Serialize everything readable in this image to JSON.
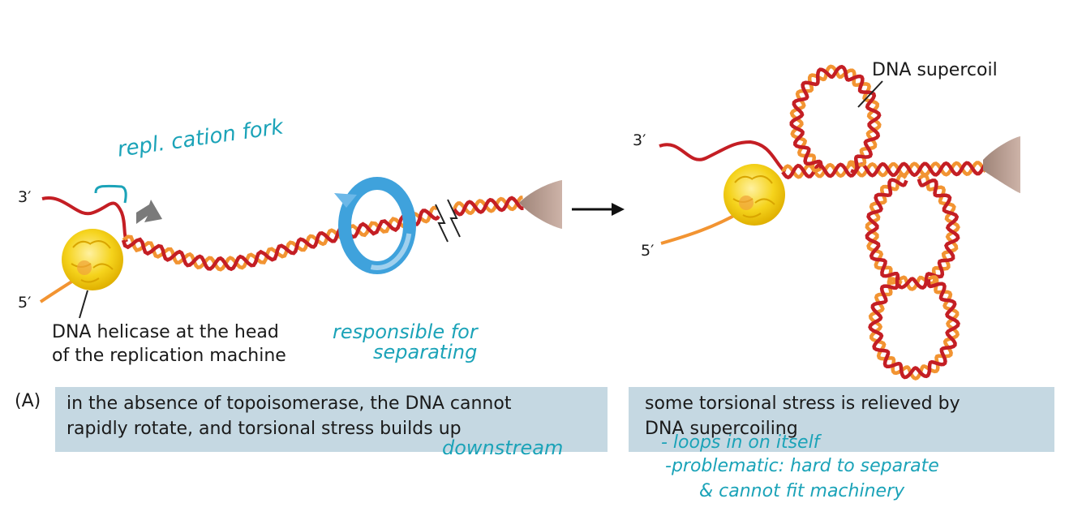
{
  "left_panel": {
    "label_3prime": "3′",
    "label_5prime": "5′",
    "helicase_label_line1": "DNA helicase at the head",
    "helicase_label_line2": "of the replication machine",
    "panel_letter": "(A)",
    "caption_line1": "in the absence of topoisomerase, the DNA cannot",
    "caption_line2": "rapidly rotate, and torsional stress builds up"
  },
  "right_panel": {
    "label_3prime": "3′",
    "label_5prime": "5′",
    "supercoil_label": "DNA supercoil",
    "caption_line1": "some torsional stress is relieved by",
    "caption_line2": "DNA supercoiling"
  },
  "handwritten_notes": {
    "replication_fork": "repl. cation fork",
    "responsible_line1": "responsible for",
    "responsible_line2": "separating",
    "downstream": "downstream",
    "note_line1": "- loops in on itself",
    "note_line2": "-problematic: hard to separate",
    "note_line3": "& cannot fit machinery"
  },
  "colors": {
    "strand_red": "#c41e24",
    "strand_orange": "#f29432",
    "helicase_yellow": "#f5d31c",
    "motor_tan": "#b89a8e",
    "rotation_blue": "#3fa2dc",
    "arrow_gray": "#7a7a7a",
    "caption_box": "#c5d8e2",
    "handwriting_teal": "#1ba3b8"
  }
}
